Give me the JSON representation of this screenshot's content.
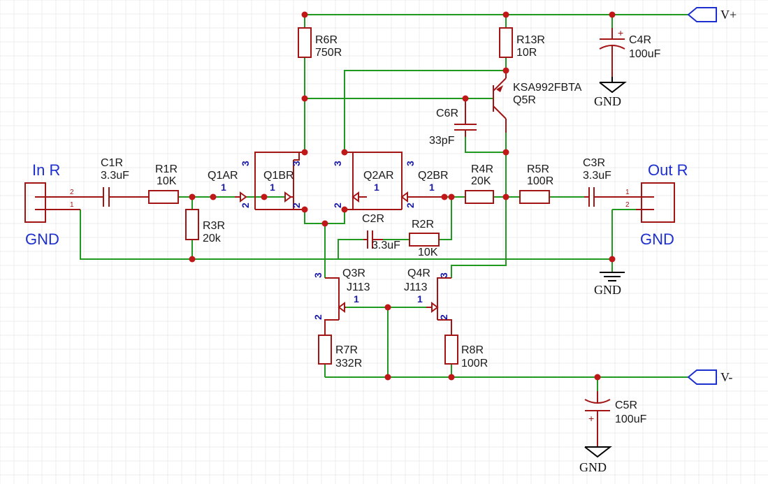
{
  "connectors": {
    "in": {
      "title": "In R",
      "gnd": "GND",
      "pin_top": "2",
      "pin_bottom": "1"
    },
    "out": {
      "title": "Out R",
      "gnd": "GND",
      "pin_top": "1",
      "pin_bottom": "2"
    }
  },
  "power": {
    "vplus": "V+",
    "vminus": "V-"
  },
  "ground_label": "GND",
  "components": {
    "C1R": {
      "ref": "C1R",
      "value": "3.3uF"
    },
    "R1R": {
      "ref": "R1R",
      "value": "10K"
    },
    "R3R": {
      "ref": "R3R",
      "value": "20k"
    },
    "R6R": {
      "ref": "R6R",
      "value": "750R"
    },
    "R13R": {
      "ref": "R13R",
      "value": "10R"
    },
    "C4R": {
      "ref": "C4R",
      "value": "100uF"
    },
    "Q5R": {
      "ref": "Q5R",
      "value": "KSA992FBTA"
    },
    "C6R": {
      "ref": "C6R",
      "value": "33pF"
    },
    "Q1AR": {
      "ref": "Q1AR"
    },
    "Q1BR": {
      "ref": "Q1BR"
    },
    "Q2AR": {
      "ref": "Q2AR"
    },
    "Q2BR": {
      "ref": "Q2BR"
    },
    "R4R": {
      "ref": "R4R",
      "value": "20K"
    },
    "R5R": {
      "ref": "R5R",
      "value": "100R"
    },
    "C3R": {
      "ref": "C3R",
      "value": "3.3uF"
    },
    "C2R": {
      "ref": "C2R",
      "value": "3.3uF"
    },
    "R2R": {
      "ref": "R2R",
      "value": "10K"
    },
    "Q3R": {
      "ref": "Q3R",
      "value": "J113"
    },
    "Q4R": {
      "ref": "Q4R",
      "value": "J113"
    },
    "R7R": {
      "ref": "R7R",
      "value": "332R"
    },
    "R8R": {
      "ref": "R8R",
      "value": "100R"
    },
    "C5R": {
      "ref": "C5R",
      "value": "100uF"
    }
  },
  "pin_numbers": {
    "one": "1",
    "two": "2",
    "three": "3"
  },
  "colors": {
    "wire": "#1f9a1f",
    "component": "#a31515",
    "junction": "#c01818",
    "label_blue": "#1d2fcf",
    "pin_number": "#1a1aa8"
  }
}
